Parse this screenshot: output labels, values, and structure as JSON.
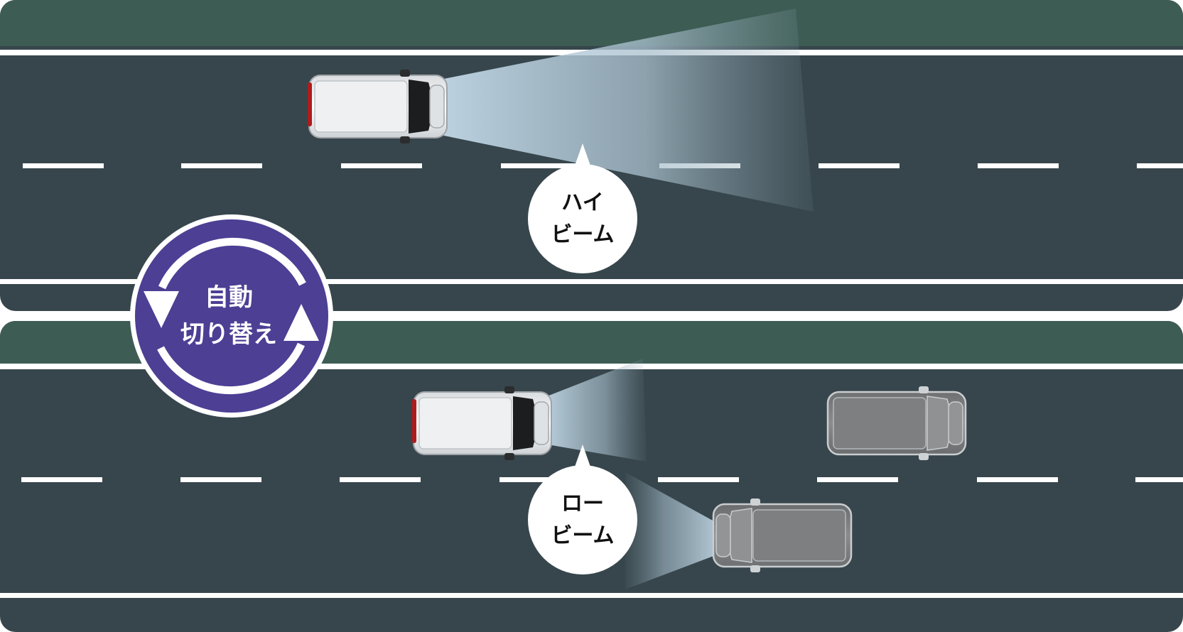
{
  "high_beam_label": [
    "ハイ",
    "ビーム"
  ],
  "low_beam_label": [
    "ロー",
    "ビーム"
  ],
  "auto_switch_label": [
    "自動",
    "切り替え"
  ],
  "colors": {
    "road": "#37464c",
    "shoulder": "#3d5c54",
    "lane_line": "#ffffff",
    "badge": "#4c3f94",
    "beam": "#b6cfe0",
    "bubble": "#ffffff"
  },
  "icons": {
    "own_vehicle": "minivan-top-view",
    "preceding_vehicle": "minivan-top-view",
    "oncoming_vehicle": "minivan-top-view",
    "switch_arrows": "circular-arrows-icon"
  }
}
